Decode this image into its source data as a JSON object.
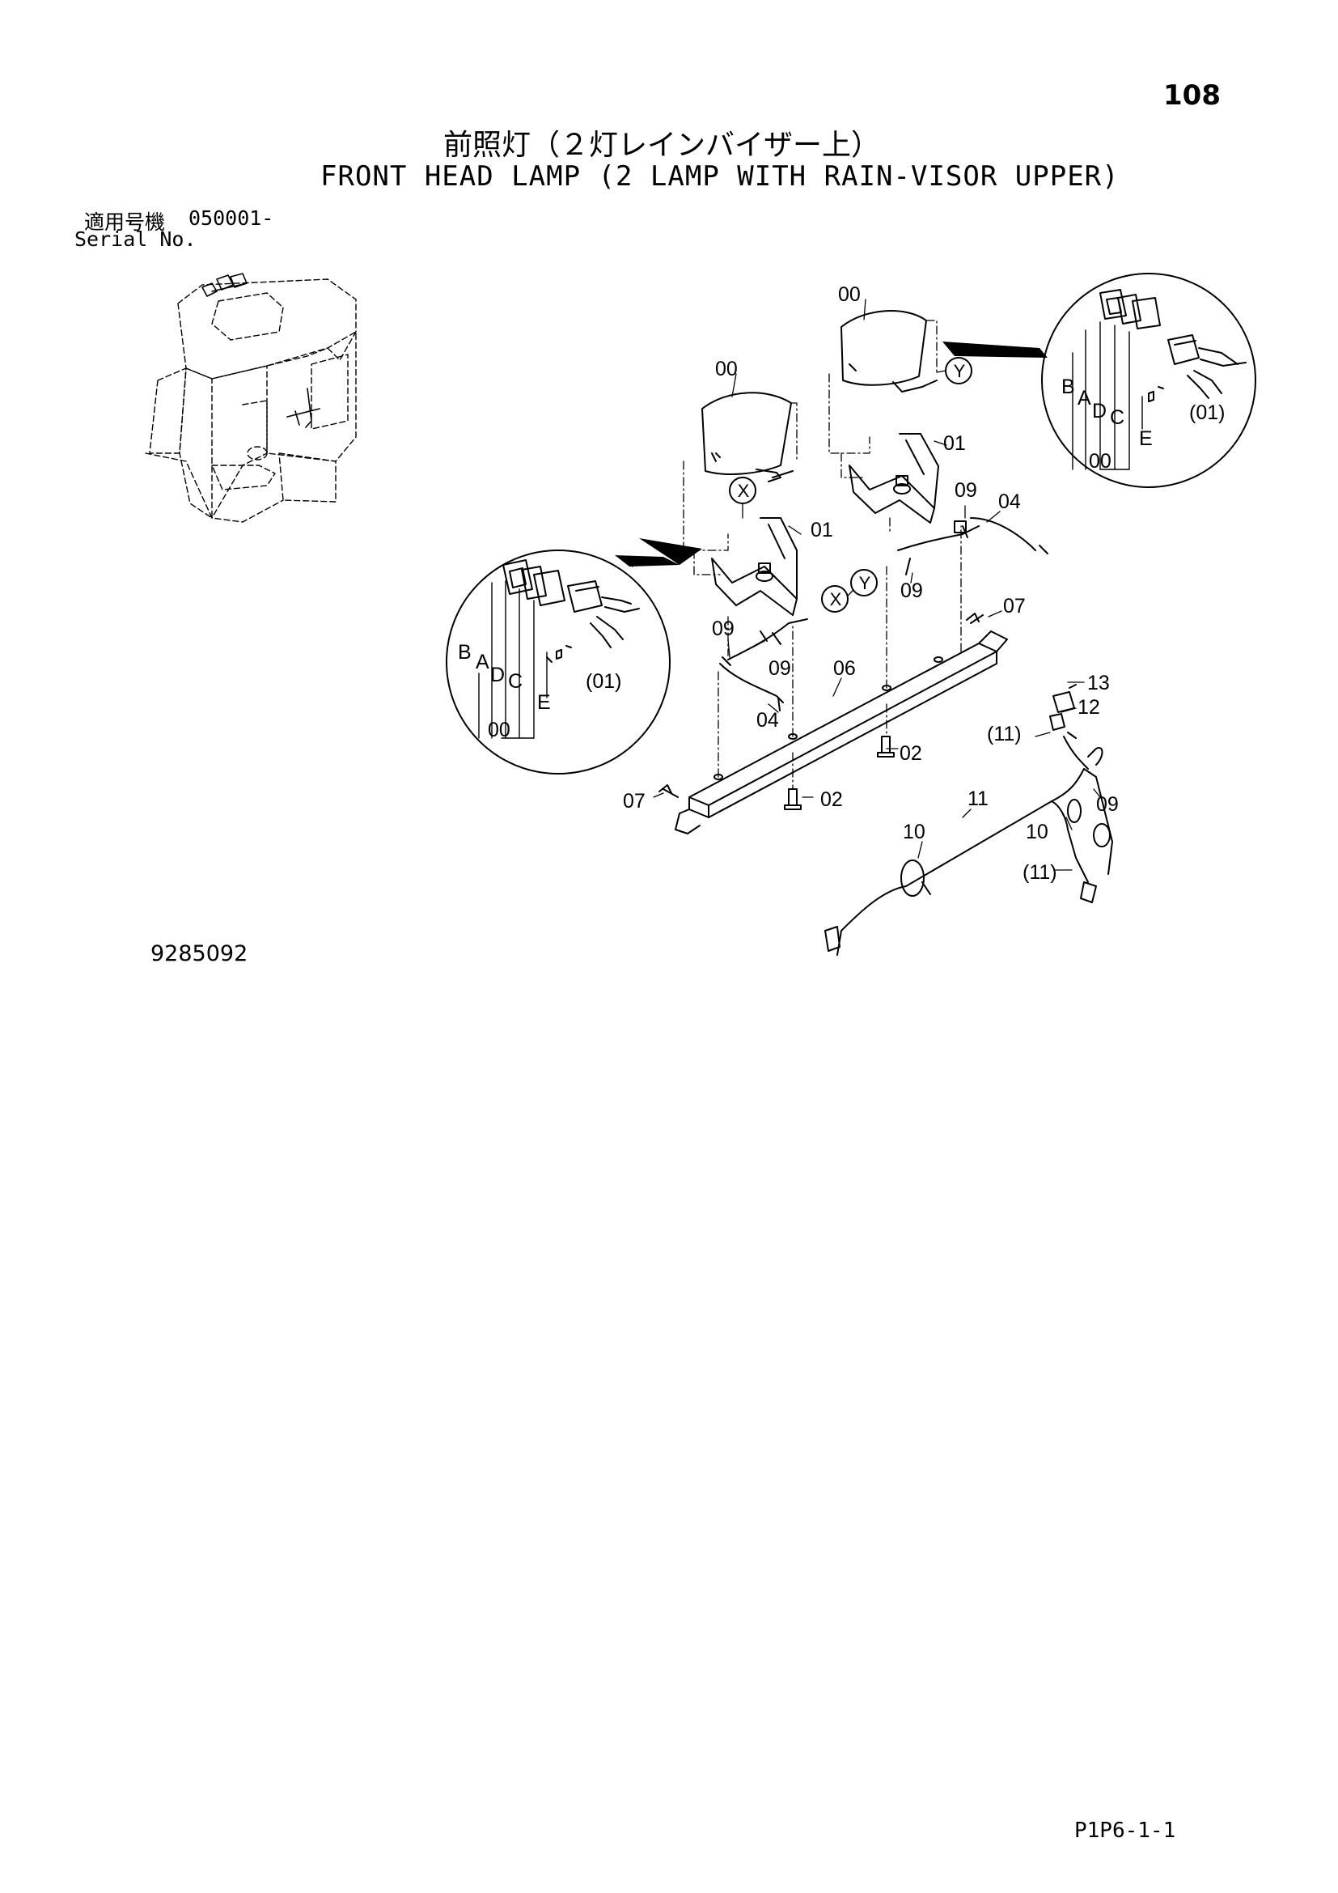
{
  "header": {
    "page_number": "108",
    "title_jp": "前照灯（２灯レインバイザー上）",
    "title_en": "FRONT HEAD LAMP (2 LAMP WITH RAIN-VISOR UPPER)",
    "serial_label_jp": "適用号機",
    "serial_value": "050001-",
    "serial_label_en": "Serial No."
  },
  "footer": {
    "drawing_number": "9285092",
    "page_code": "P1P6-1-1"
  },
  "callouts": {
    "c00": "00",
    "c01": "01",
    "c01p": "(01)",
    "c02": "02",
    "c04": "04",
    "c06": "06",
    "c07": "07",
    "c09": "09",
    "c10": "10",
    "c11": "11",
    "c11p": "(11)",
    "c12": "12",
    "c13": "13",
    "A": "A",
    "B": "B",
    "C": "C",
    "D": "D",
    "E": "E",
    "X": "X",
    "Y": "Y"
  },
  "colors": {
    "line": "#000000",
    "background": "#ffffff"
  }
}
